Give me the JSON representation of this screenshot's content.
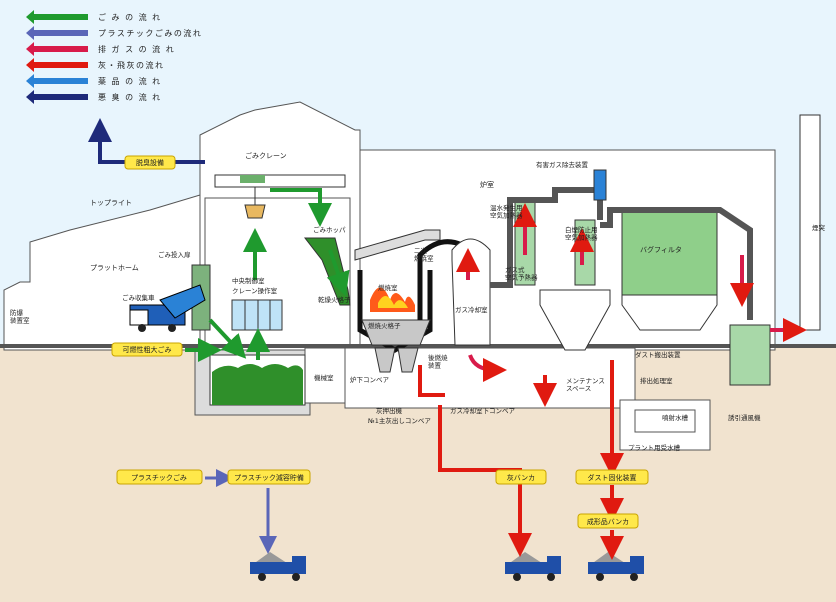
{
  "colors": {
    "garbage": "#1f9a2e",
    "plastic": "#5a66b8",
    "exhaust": "#d81b4a",
    "ash": "#e01a10",
    "chemical": "#2a82d6",
    "odor": "#1e2a7a",
    "label_box": "#ffe84a",
    "ground": "#f1e3cf",
    "sky": "#e8f5fd"
  },
  "legend": [
    {
      "label": "ご み の 流 れ",
      "color_key": "garbage"
    },
    {
      "label": "プラスチックごみの流れ",
      "color_key": "plastic"
    },
    {
      "label": "排 ガ ス の 流 れ",
      "color_key": "exhaust"
    },
    {
      "label": "灰・飛灰の流れ",
      "color_key": "ash"
    },
    {
      "label": "薬 品 の 流 れ",
      "color_key": "chemical"
    },
    {
      "label": "悪 臭 の 流 れ",
      "color_key": "odor"
    }
  ],
  "boxes": {
    "deodorizer": "脱臭設備",
    "bulky_waste": "可燃性粗大ごみ",
    "plastic_waste": "プラスチックごみ",
    "plastic_compactor": "プラスチック減容貯備",
    "ash_bunker": "灰バンカ",
    "dust_solidifier": "ダスト固化装置",
    "product_bunker": "成形品バンカ"
  },
  "labels": {
    "toplight": "トップライト",
    "platform": "プラットホーム",
    "inlet_door": "ごみ投入扉",
    "collection_truck": "ごみ収集車",
    "anti_explosion": "防爆\n装置室",
    "crane": "ごみクレーン",
    "central_control": "中央制御室",
    "crane_room": "クレーン操作室",
    "hopper": "ごみホッパ",
    "furnace_room": "炉室",
    "secondary_chamber": "二次\n燃焼室",
    "combustion_chamber": "燃焼室",
    "dry_grate": "乾燥火格子",
    "burn_grate": "燃焼火格子",
    "post_burn": "後燃焼\n装置",
    "gas_cooling": "ガス冷却室",
    "hot_water_heater": "温水発生用\n空気加熱器",
    "white_smoke_heater": "白煙防止用\n空気加熱器",
    "gas_air_preheater": "ガス式\n空気予熱器",
    "harmful_gas": "有害ガス除去装置",
    "bag_filter": "バグフィルタ",
    "chimney": "煙突",
    "machine_room": "機械室",
    "furnace_conveyor": "炉下コンベア",
    "ash_pusher": "灰押出機",
    "no1_conveyor": "№1主灰出しコンベア",
    "cooling_conveyor": "ガス冷却室下コンベア",
    "maintenance": "メンテナンス\nスペース",
    "dust_discharge": "ダスト搬出装置",
    "exhaust_treatment": "排出処理室",
    "spray_tank": "噴射水槽",
    "plant_tank": "プラント用受水槽",
    "induced_fan": "誘引通風機"
  }
}
